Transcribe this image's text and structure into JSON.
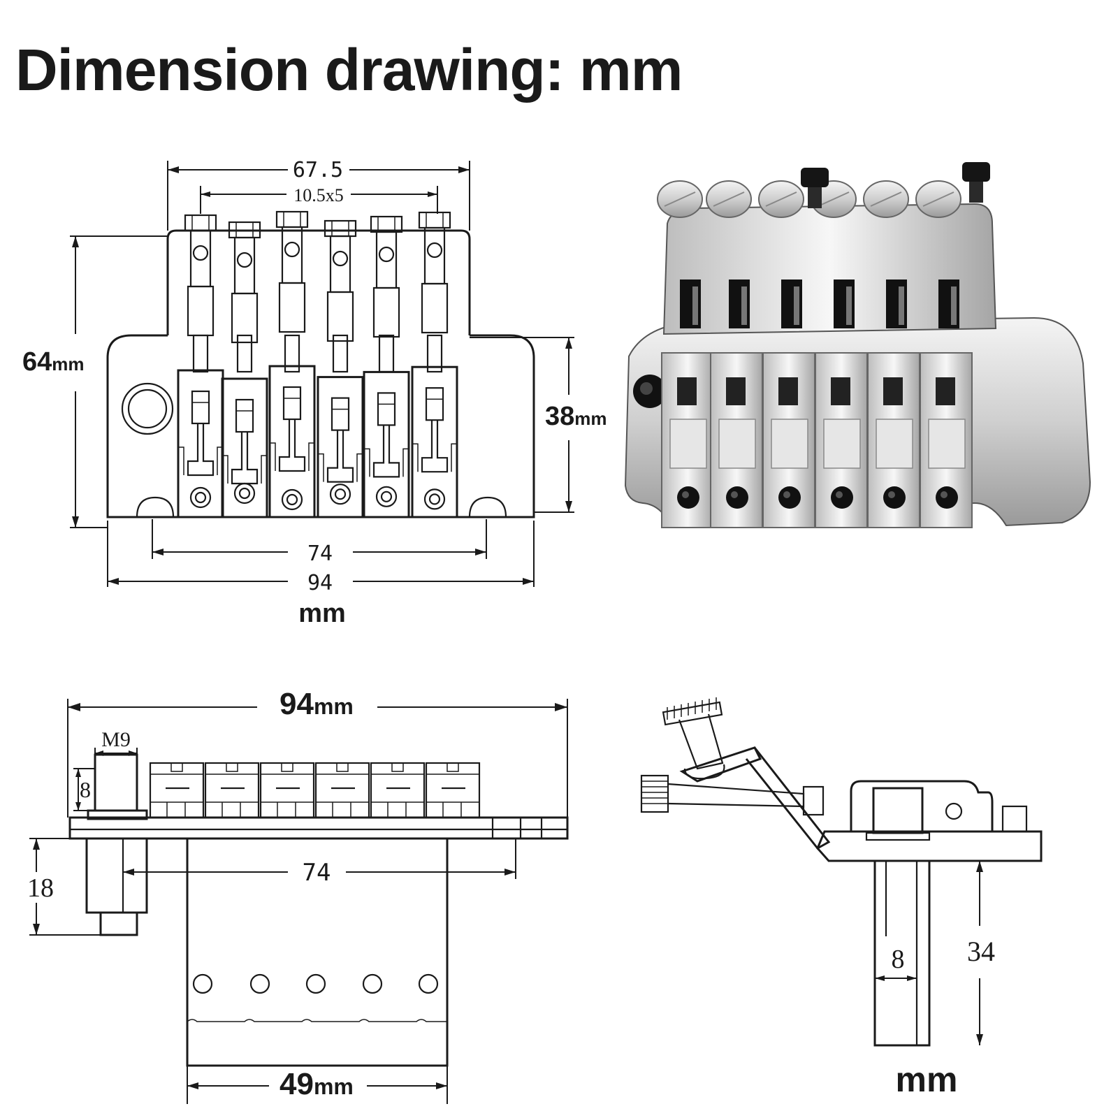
{
  "title": "Dimension drawing: mm",
  "front_view": {
    "overall_top_width": "67.5",
    "saddle_spacing": "10.5x5",
    "height_total": "64",
    "height_total_unit": "mm",
    "height_base": "38",
    "height_base_unit": "mm",
    "stud_spacing": "74",
    "base_width": "94",
    "unit_label": "mm"
  },
  "side_view": {
    "overall_width": "94",
    "overall_width_unit": "mm",
    "thread": "M9",
    "lock_height": "8",
    "stud_height": "18",
    "stud_spacing": "74",
    "block_width": "49",
    "block_width_unit": "mm"
  },
  "profile_view": {
    "post_diameter": "8",
    "block_depth": "34",
    "unit_label": "mm"
  },
  "colors": {
    "line": "#1a1a1a",
    "background": "#ffffff"
  }
}
